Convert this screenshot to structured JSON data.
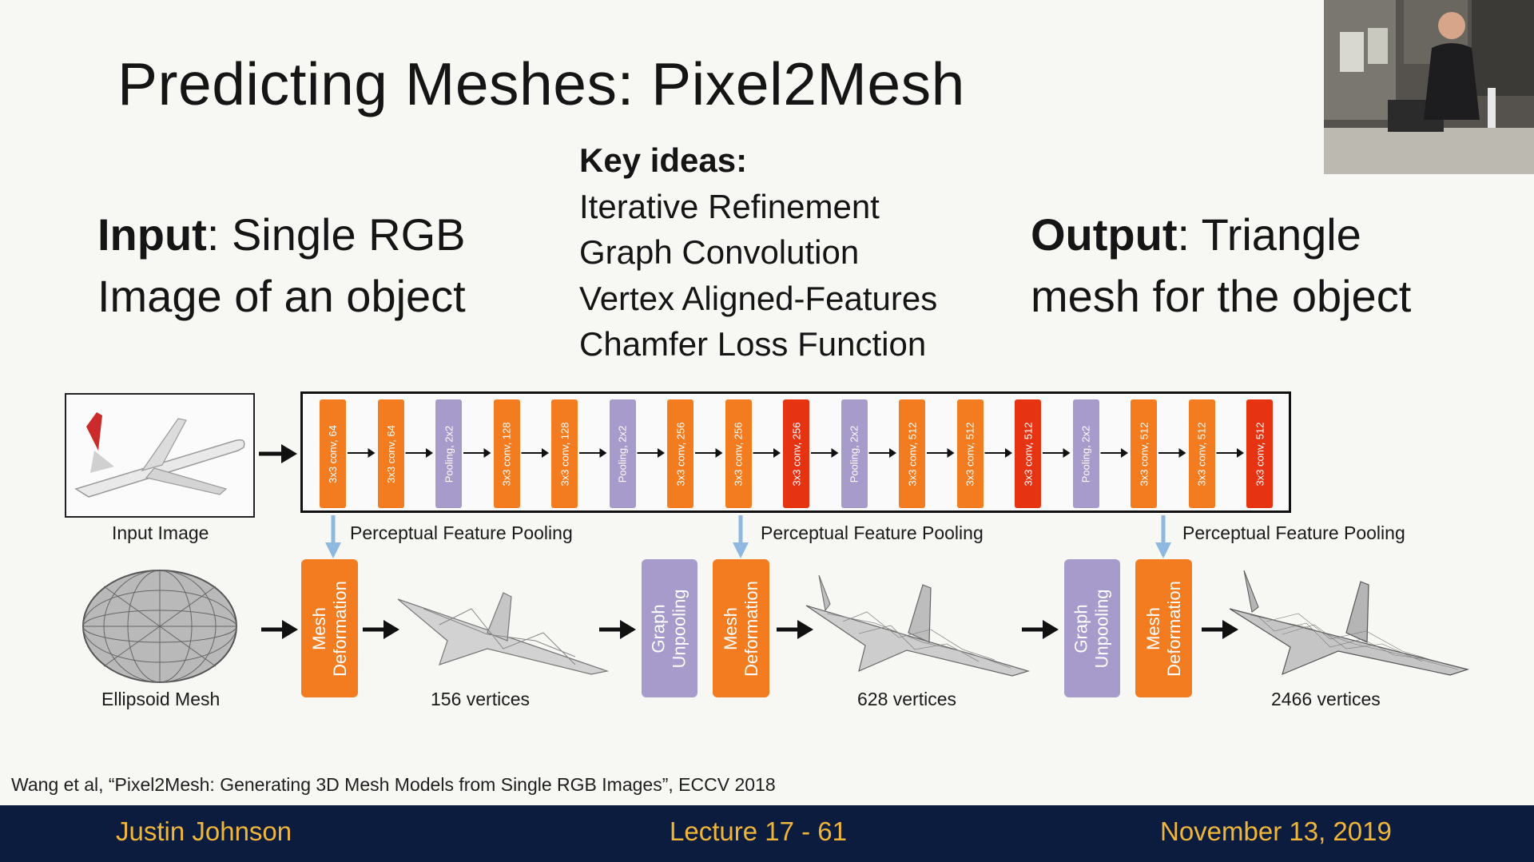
{
  "slide": {
    "title": "Predicting Meshes: Pixel2Mesh",
    "input": {
      "heading": "Input",
      "rest": ": Single RGB",
      "line2": "Image of an object"
    },
    "key_ideas": {
      "heading": "Key ideas:",
      "items": [
        "Iterative Refinement",
        "Graph Convolution",
        "Vertex Aligned-Features",
        "Chamfer Loss Function"
      ]
    },
    "output": {
      "heading": "Output",
      "rest": ": Triangle",
      "line2": "mesh for the object"
    }
  },
  "diagram": {
    "input_image_label": "Input Image",
    "cnn_layers": [
      {
        "label": "3x3 conv, 64",
        "kind": "conv"
      },
      {
        "label": "3x3 conv, 64",
        "kind": "conv"
      },
      {
        "label": "Pooling, 2x2",
        "kind": "pool"
      },
      {
        "label": "3x3 conv, 128",
        "kind": "conv"
      },
      {
        "label": "3x3 conv, 128",
        "kind": "conv"
      },
      {
        "label": "Pooling, 2x2",
        "kind": "pool"
      },
      {
        "label": "3x3 conv, 256",
        "kind": "conv"
      },
      {
        "label": "3x3 conv, 256",
        "kind": "conv"
      },
      {
        "label": "3x3 conv, 256",
        "kind": "conv-red"
      },
      {
        "label": "Pooling, 2x2",
        "kind": "pool"
      },
      {
        "label": "3x3 conv, 512",
        "kind": "conv"
      },
      {
        "label": "3x3 conv, 512",
        "kind": "conv"
      },
      {
        "label": "3x3 conv, 512",
        "kind": "conv-red"
      },
      {
        "label": "Pooling, 2x2",
        "kind": "pool"
      },
      {
        "label": "3x3 conv, 512",
        "kind": "conv"
      },
      {
        "label": "3x3 conv, 512",
        "kind": "conv"
      },
      {
        "label": "3x3 conv, 512",
        "kind": "conv-red"
      }
    ],
    "pooling_label": "Perceptual Feature Pooling",
    "mesh_deformation_line1": "Mesh",
    "mesh_deformation_line2": "Deformation",
    "graph_unpooling_line1": "Graph",
    "graph_unpooling_line2": "Unpooling",
    "ellipsoid_label": "Ellipsoid Mesh",
    "vertices": [
      "156 vertices",
      "628 vertices",
      "2466 vertices"
    ]
  },
  "citation": "Wang et al, “Pixel2Mesh: Generating 3D Mesh Models from Single RGB Images”, ECCV 2018",
  "footer": {
    "left": "Justin Johnson",
    "center": "Lecture 17 - 61",
    "right": "November 13, 2019"
  },
  "colors": {
    "conv": "#f47c20",
    "conv_red": "#e63312",
    "pool": "#a79bcc",
    "footer_bg": "#0c1c3e",
    "footer_text": "#f0b63a",
    "arrow_blue": "#8fb8e0"
  }
}
